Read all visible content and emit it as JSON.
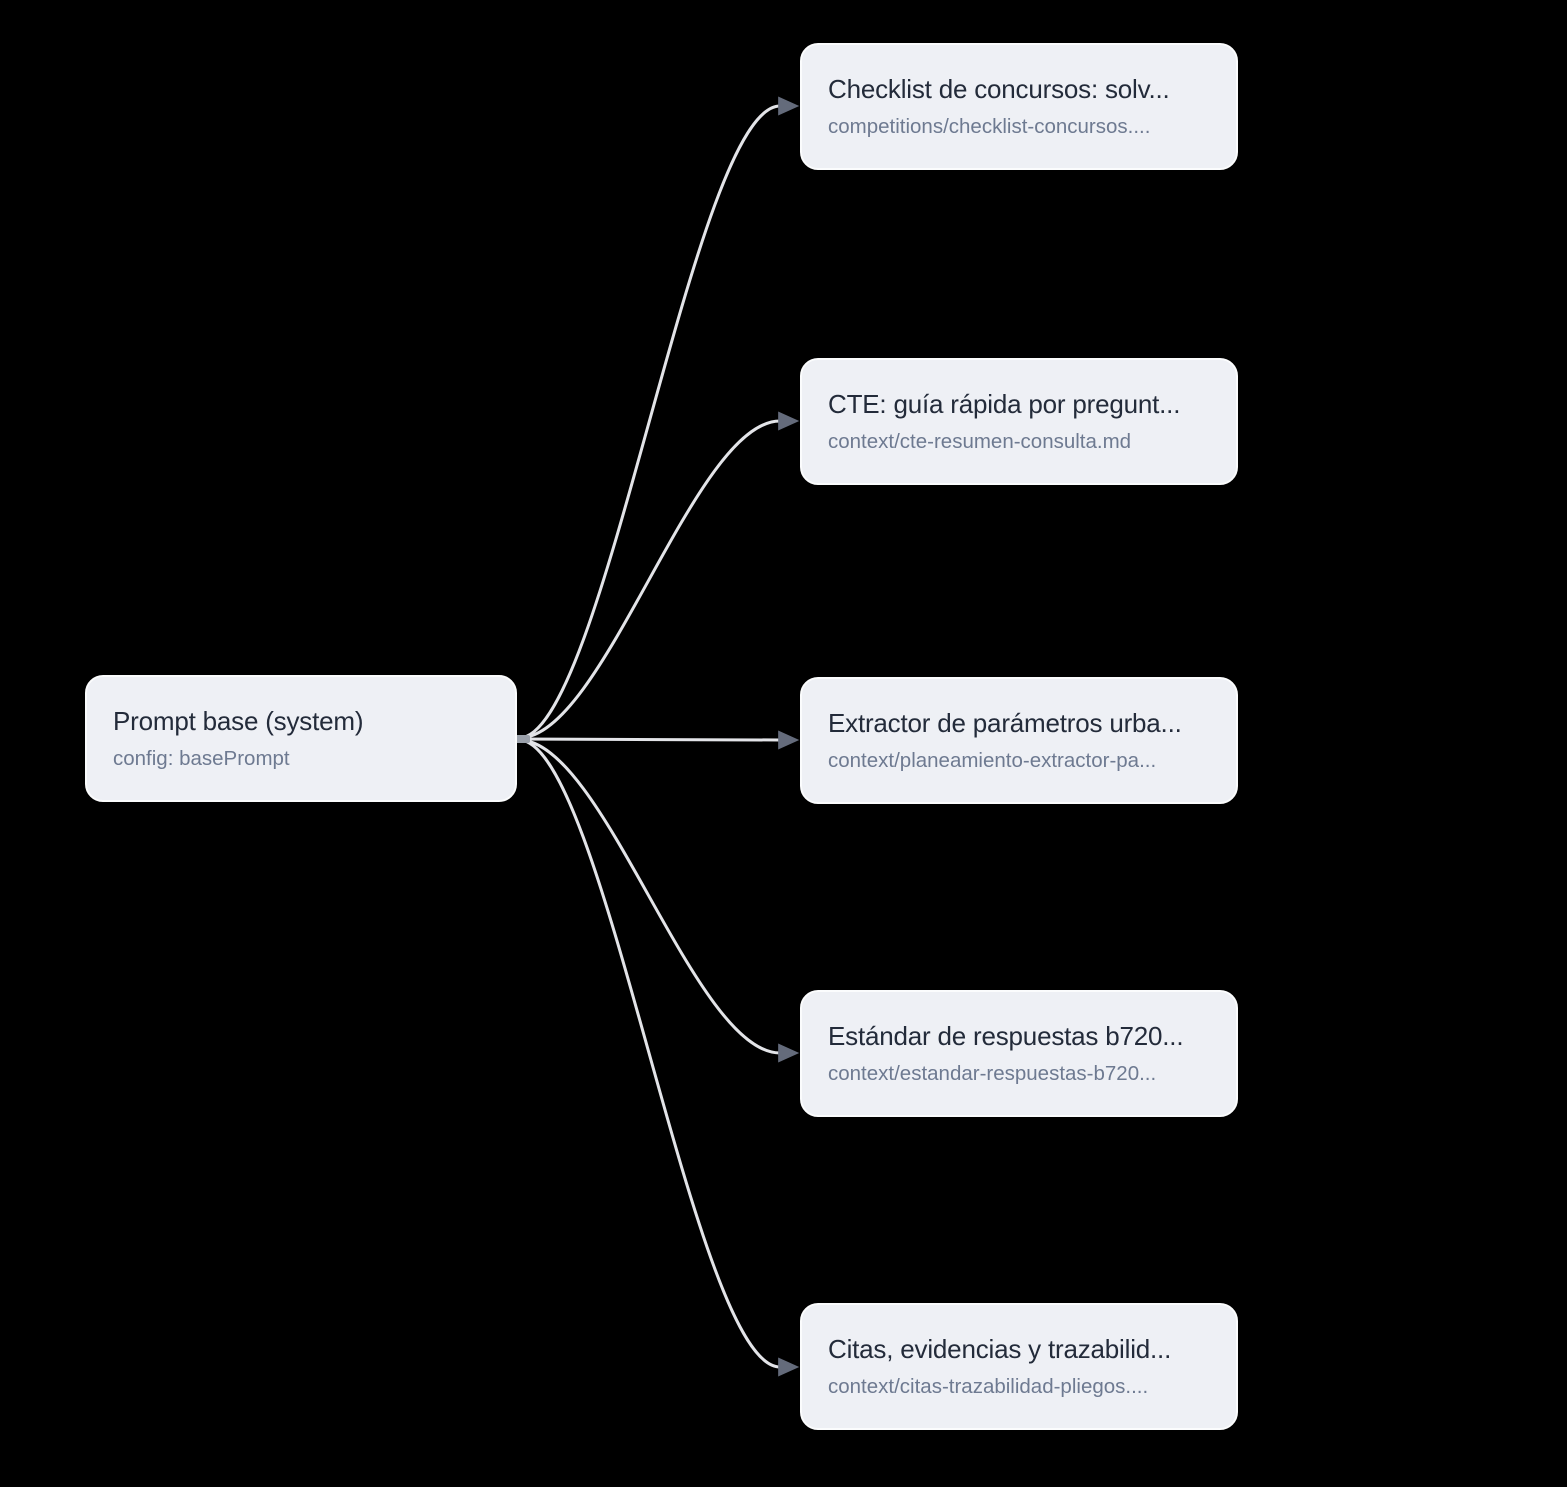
{
  "graph": {
    "root": {
      "title": "Prompt base (system)",
      "subtitle": "config: basePrompt"
    },
    "targets": [
      {
        "title": "Checklist de concursos: solv...",
        "subtitle": "competitions/checklist-concursos...."
      },
      {
        "title": "CTE: guía rápida por pregunt...",
        "subtitle": "context/cte-resumen-consulta.md"
      },
      {
        "title": "Extractor de parámetros urba...",
        "subtitle": "context/planeamiento-extractor-pa..."
      },
      {
        "title": "Estándar de respuestas b720...",
        "subtitle": "context/estandar-respuestas-b720..."
      },
      {
        "title": "Citas, evidencias y trazabilid...",
        "subtitle": "context/citas-trazabilidad-pliegos...."
      }
    ],
    "edges": [
      {
        "from": "Prompt base (system)",
        "to": "Checklist de concursos: solv..."
      },
      {
        "from": "Prompt base (system)",
        "to": "CTE: guía rápida por pregunt..."
      },
      {
        "from": "Prompt base (system)",
        "to": "Extractor de parámetros urba..."
      },
      {
        "from": "Prompt base (system)",
        "to": "Estándar de respuestas b720..."
      },
      {
        "from": "Prompt base (system)",
        "to": "Citas, evidencias y trazabilid..."
      }
    ]
  },
  "colors": {
    "canvas_background": "#000000",
    "node_fill": "#eef0f5",
    "node_border": "#fbfcfd",
    "title_text": "#232b3a",
    "subtitle_text": "#6e7a91",
    "edge_stroke": "#e3e4e8",
    "arrowhead_fill": "#646b7b",
    "source_handle": "#9aa0aa"
  }
}
